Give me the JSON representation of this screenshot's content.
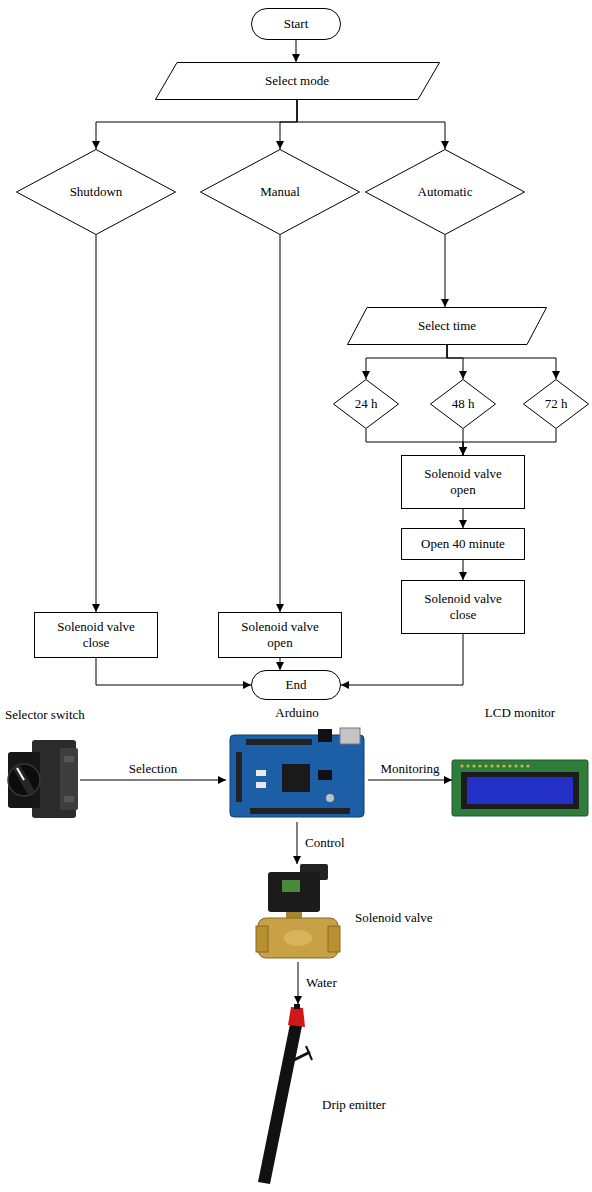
{
  "diagram": {
    "nodes": [
      {
        "text": [
          "Start"
        ]
      },
      {
        "text": [
          "Select mode"
        ]
      },
      {
        "text": [
          "Shutdown"
        ]
      },
      {
        "text": [
          "Manual"
        ]
      },
      {
        "text": [
          "Automatic"
        ]
      },
      {
        "text": [
          "Select time"
        ]
      },
      {
        "text": [
          "24 h"
        ]
      },
      {
        "text": [
          "48 h"
        ]
      },
      {
        "text": [
          "72 h"
        ]
      },
      {
        "text": [
          "Solenoid valve open"
        ]
      },
      {
        "text": [
          "Open 40 minute"
        ]
      },
      {
        "text": [
          "Solenoid valve close"
        ]
      },
      {
        "text": [
          "Solenoid valve open"
        ]
      },
      {
        "text": [
          "Solenoid valve close"
        ]
      },
      {
        "text": [
          "End"
        ]
      },
      {
        "text": [
          "Selector switch"
        ]
      },
      {
        "text": [
          "Arduino"
        ]
      },
      {
        "text": [
          "LCD monitor"
        ]
      },
      {
        "text": [
          "Solenoid valve"
        ]
      },
      {
        "text": [
          "Drip emitter"
        ]
      }
    ],
    "edges": [
      {
        "from": 0,
        "to": 1,
        "arrow": "to"
      },
      {
        "from": 1,
        "to": 2,
        "arrow": "to"
      },
      {
        "from": 1,
        "to": 3,
        "arrow": "to"
      },
      {
        "from": 1,
        "to": 4,
        "arrow": "to"
      },
      {
        "from": 2,
        "to": 11,
        "arrow": "to"
      },
      {
        "from": 3,
        "to": 12,
        "arrow": "to"
      },
      {
        "from": 4,
        "to": 5,
        "arrow": "to"
      },
      {
        "from": 5,
        "to": 6,
        "arrow": "to"
      },
      {
        "from": 5,
        "to": 7,
        "arrow": "to"
      },
      {
        "from": 5,
        "to": 8,
        "arrow": "to"
      },
      {
        "from": 6,
        "to": 9,
        "arrow": "to"
      },
      {
        "from": 7,
        "to": 9,
        "arrow": "to"
      },
      {
        "from": 8,
        "to": 9,
        "arrow": "to"
      },
      {
        "from": 9,
        "to": 10,
        "arrow": "to"
      },
      {
        "from": 10,
        "to": 13,
        "arrow": "to"
      },
      {
        "from": 11,
        "to": 14,
        "arrow": "to"
      },
      {
        "from": 12,
        "to": 14,
        "arrow": "to"
      },
      {
        "from": 13,
        "to": 14,
        "arrow": "to"
      },
      {
        "from": 15,
        "to": 16,
        "label": "Selection",
        "arrow": "to"
      },
      {
        "from": 16,
        "to": 17,
        "label": "Monitoring",
        "arrow": "to"
      },
      {
        "from": 16,
        "to": 18,
        "label": "Control",
        "arrow": "to"
      },
      {
        "from": 18,
        "to": 19,
        "label": "Water",
        "arrow": "to"
      }
    ]
  }
}
